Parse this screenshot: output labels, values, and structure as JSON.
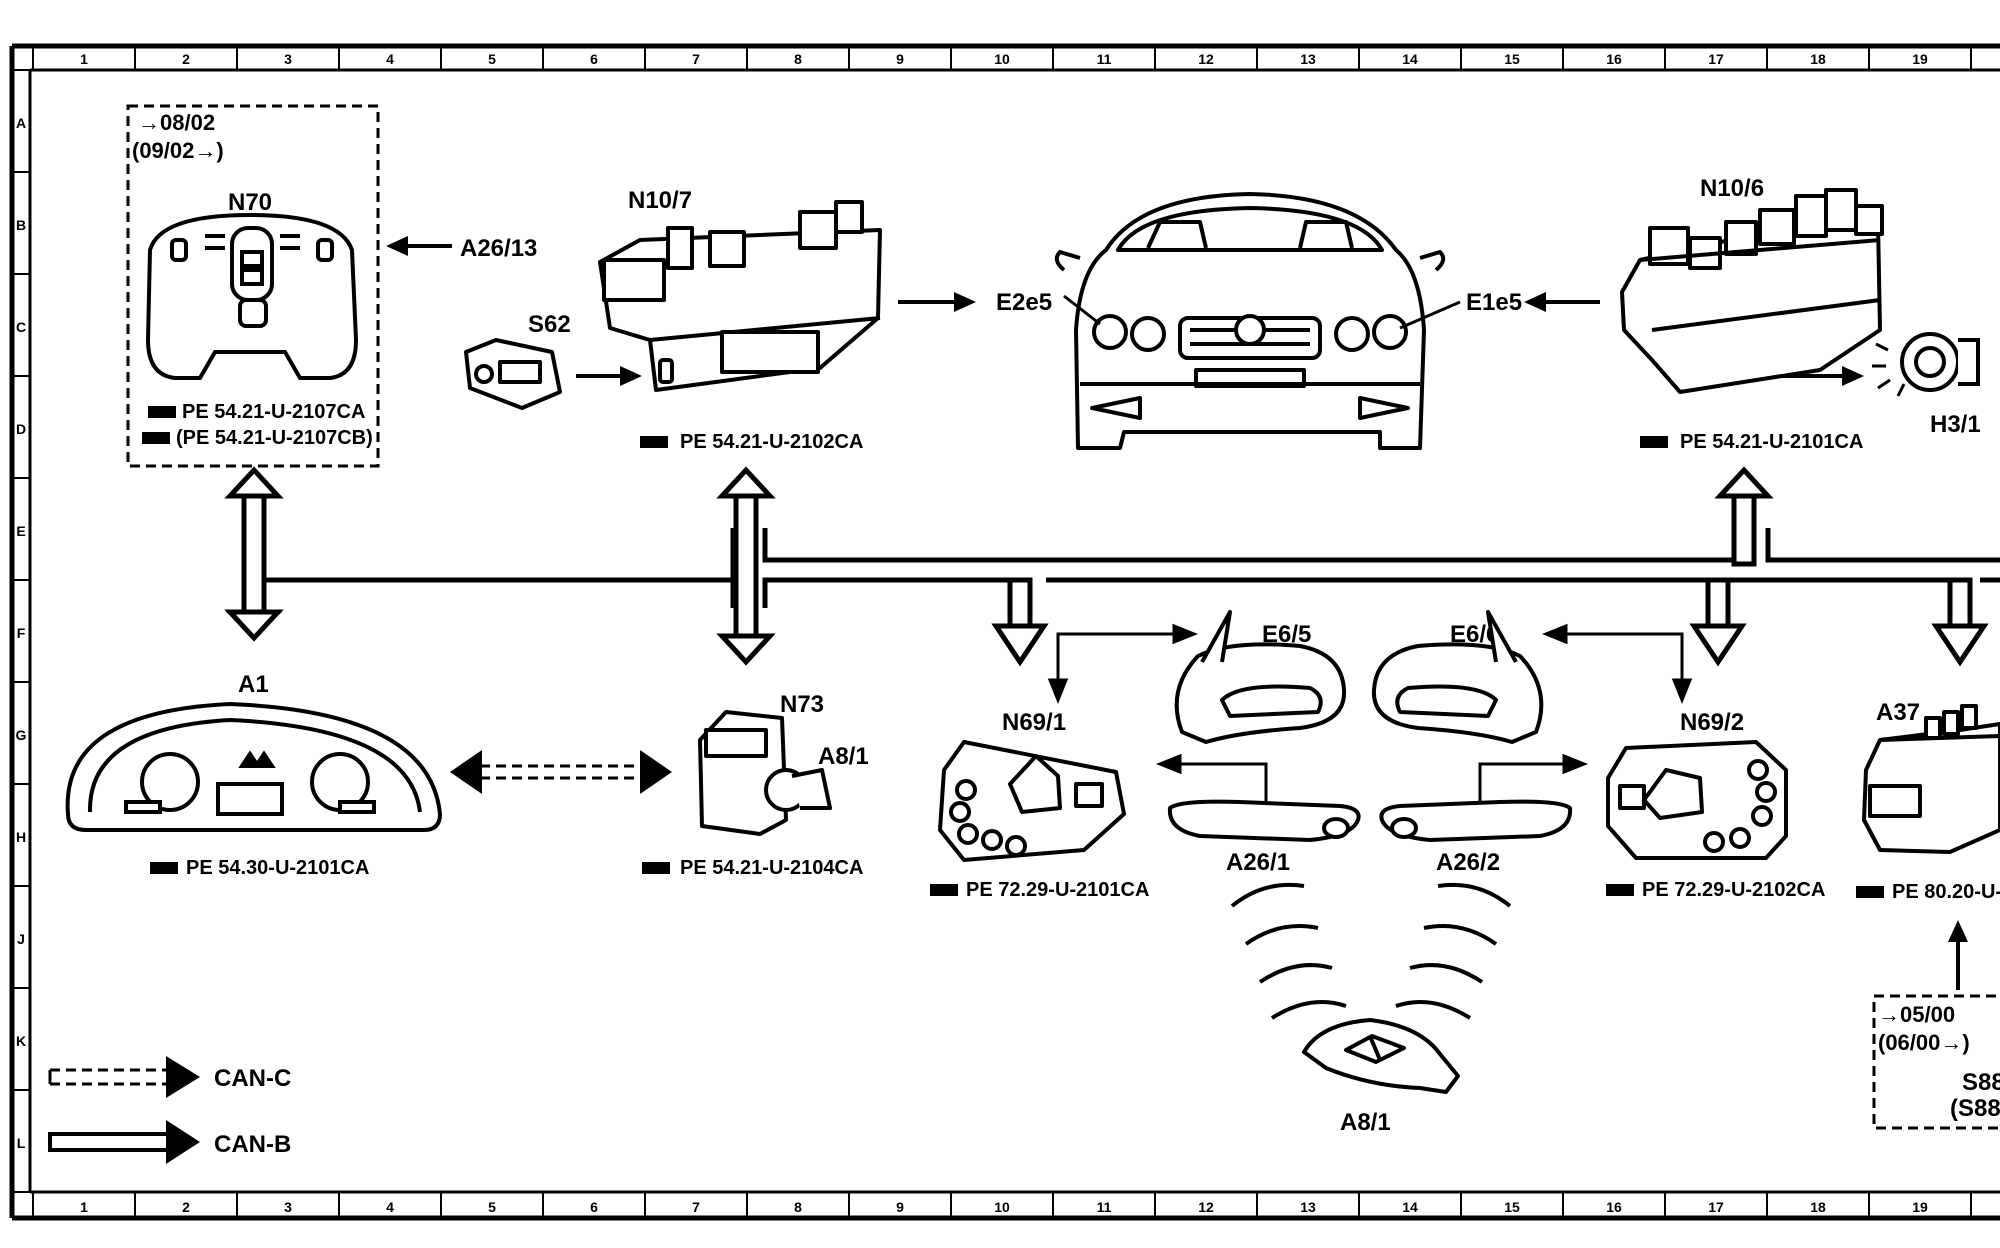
{
  "grid": {
    "columns": [
      "1",
      "2",
      "3",
      "4",
      "5",
      "6",
      "7",
      "8",
      "9",
      "10",
      "11",
      "12",
      "13",
      "14",
      "15",
      "16",
      "17",
      "18",
      "19"
    ],
    "rows": [
      "A",
      "B",
      "C",
      "D",
      "E",
      "F",
      "G",
      "H",
      "J",
      "K",
      "L"
    ]
  },
  "components": {
    "n70": {
      "date_from": "→08/02",
      "date_to": "(09/02→)",
      "name": "N70",
      "ref1": "PE 54.21-U-2107CA",
      "ref2": "(PE 54.21-U-2107CB)"
    },
    "a26_13": {
      "name": "A26/13"
    },
    "n10_7": {
      "name": "N10/7",
      "ref": "PE 54.21-U-2102CA"
    },
    "s62": {
      "name": "S62"
    },
    "e2e5": {
      "name": "E2e5"
    },
    "e1e5": {
      "name": "E1e5"
    },
    "n10_6": {
      "name": "N10/6",
      "ref": "PE 54.21-U-2101CA"
    },
    "h3_1": {
      "name": "H3/1"
    },
    "a1": {
      "name": "A1",
      "ref": "PE 54.30-U-2101CA"
    },
    "n73": {
      "name": "N73",
      "ref": "PE 54.21-U-2104CA"
    },
    "a8_1_key": {
      "name": "A8/1"
    },
    "n69_1": {
      "name": "N69/1",
      "ref": "PE 72.29-U-2101CA"
    },
    "e6_5": {
      "name": "E6/5"
    },
    "e6_6": {
      "name": "E6/6"
    },
    "n69_2": {
      "name": "N69/2",
      "ref": "PE 72.29-U-2102CA"
    },
    "a37": {
      "name": "A37",
      "ref": "PE 80.20-U-"
    },
    "a26_1": {
      "name": "A26/1"
    },
    "a26_2": {
      "name": "A26/2"
    },
    "a8_1_remote": {
      "name": "A8/1"
    },
    "s88": {
      "date_from": "→05/00",
      "date_to": "(06/00→)",
      "name1": "S88",
      "name2": "(S88"
    }
  },
  "legend": {
    "can_c": "CAN-C",
    "can_b": "CAN-B"
  }
}
